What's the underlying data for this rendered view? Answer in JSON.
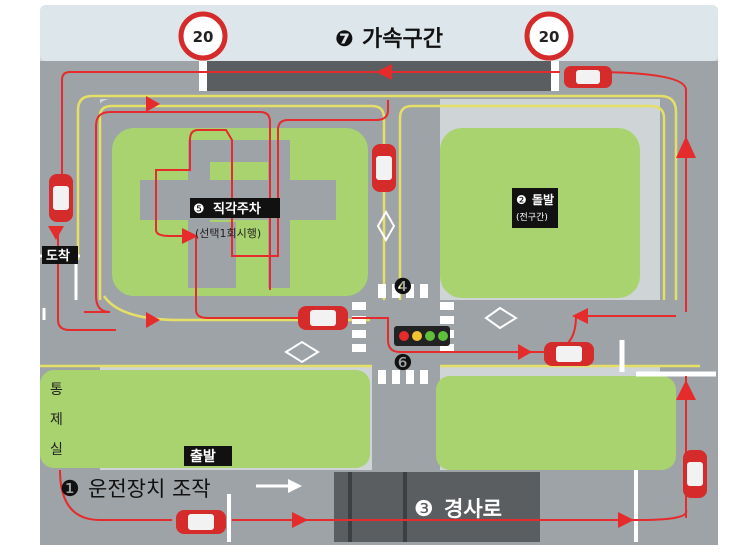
{
  "speed_limit_signs": [
    "20",
    "20"
  ],
  "acceleration_zone": {
    "number": "❼",
    "label": "가속구간"
  },
  "stations": {
    "operation": {
      "number": "❶",
      "label": "운전장치 조작"
    },
    "turn": {
      "number": "❷",
      "label": "돌발",
      "note": "(전구간)"
    },
    "slope": {
      "number": "❸",
      "label": "경사로"
    },
    "intersection": {
      "number": "❹"
    },
    "parking": {
      "number": "❺",
      "label": "직각주차",
      "note": "(선택1회시행)"
    },
    "signal": {
      "number": "❻"
    }
  },
  "markers": {
    "finish": "도착",
    "start": "출발"
  },
  "control_room": [
    "통",
    "제",
    "실"
  ],
  "colors": {
    "background": "#cfd4d6",
    "track": "#9ea3a7",
    "grass": "#a9d36f",
    "sky_band": "#dde6ea",
    "route_red": "#e52b2b",
    "yellow_line": "#e5df66",
    "car_red": "#d62b2b"
  }
}
